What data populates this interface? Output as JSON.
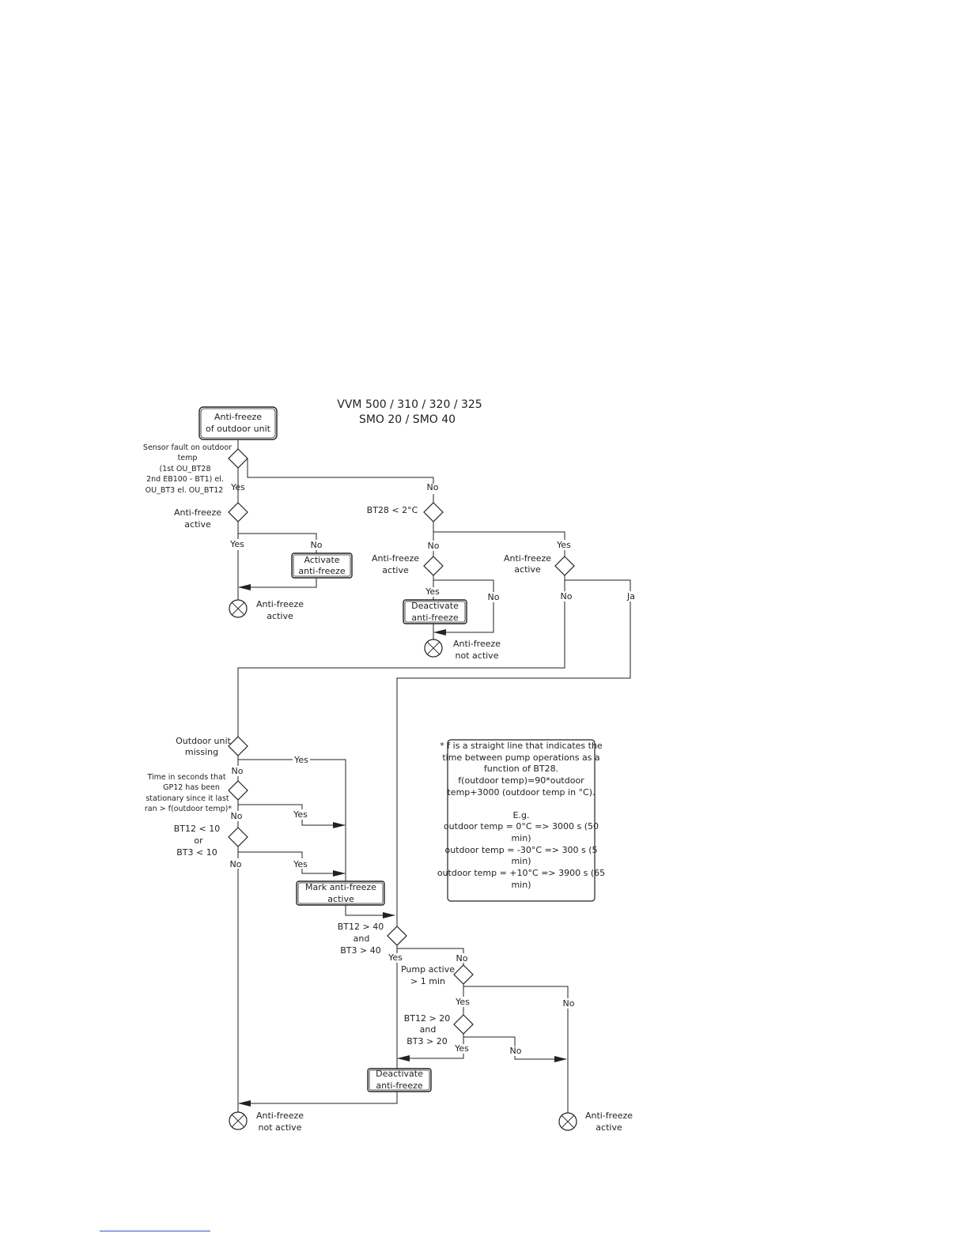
{
  "title": [
    "VVM 500 / 310 / 320 / 325",
    "SMO 20 / SMO 40"
  ],
  "start": [
    "Anti-freeze",
    "of outdoor unit"
  ],
  "sensor_fault": [
    "Sensor fault on outdoor",
    "temp",
    "(1st OU_BT28",
    "2nd EB100 - BT1) el.",
    "OU_BT3 el. OU_BT12"
  ],
  "af_active": [
    "Anti-freeze",
    "active"
  ],
  "bt28_cond": "BT28 < 2°C",
  "activate_af": [
    "Activate",
    "anti-freeze"
  ],
  "deactivate_af": [
    "Deactivate",
    "anti-freeze"
  ],
  "af_not_active": [
    "Anti-freeze",
    "not active"
  ],
  "outdoor_missing": [
    "Outdoor unit",
    "missing"
  ],
  "time_cond": [
    "Time in seconds that",
    "GP12 has been",
    "stationary since it last",
    "ran > f(outdoor temp)*"
  ],
  "bt12_10": [
    "BT12 < 10",
    "or",
    "BT3 < 10"
  ],
  "mark_af": [
    "Mark anti-freeze",
    "active"
  ],
  "bt12_40": [
    "BT12 > 40",
    "and",
    "BT3 > 40"
  ],
  "pump_active": [
    "Pump active",
    "> 1 min"
  ],
  "bt12_20": [
    "BT12 > 20",
    "and",
    "BT3 > 20"
  ],
  "yes": "Yes",
  "no": "No",
  "ja": "Ja",
  "note": [
    "* f is a straight line that indicates the",
    "time between pump operations as a",
    "function of BT28.",
    "f(outdoor temp)=90*outdoor",
    "temp+3000 (outdoor temp in °C).",
    "",
    "E.g.",
    "outdoor temp = 0°C => 3000 s (50",
    "min)",
    "outdoor temp = -30°C => 300 s (5",
    "min)",
    "outdoor temp = +10°C => 3900 s (65",
    "min)"
  ]
}
